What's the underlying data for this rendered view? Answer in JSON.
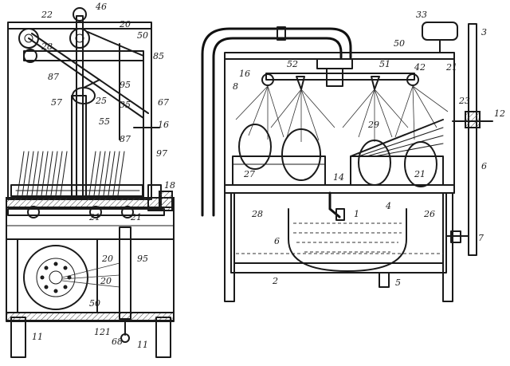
{
  "figure": {
    "left_view_labels": [
      "22",
      "46",
      "20",
      "50",
      "28",
      "85",
      "87",
      "57",
      "55",
      "95",
      "25",
      "35",
      "67",
      "16",
      "87",
      "97",
      "18",
      "21",
      "21",
      "20",
      "95",
      "20",
      "50",
      "68",
      "121",
      "11",
      "11"
    ],
    "right_view_labels": [
      "33",
      "3",
      "50",
      "52",
      "16",
      "8",
      "51",
      "42",
      "23",
      "21",
      "12",
      "29",
      "27",
      "14",
      "28",
      "21",
      "26",
      "4",
      "6",
      "1",
      "6",
      "2",
      "5",
      "7"
    ]
  }
}
